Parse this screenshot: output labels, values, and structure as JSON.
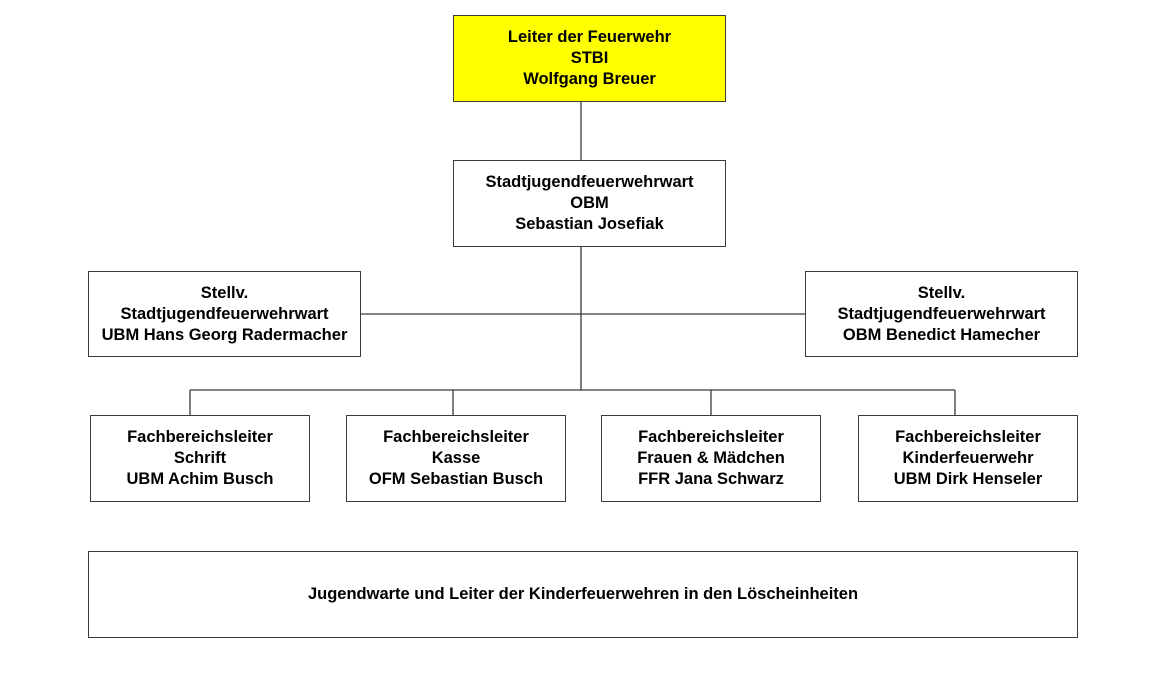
{
  "colors": {
    "highlight": "#ffff00",
    "border": "#3a3a3a",
    "background": "#ffffff"
  },
  "org": {
    "leiter": {
      "lines": [
        "Leiter der Feuerwehr",
        "STBI",
        "Wolfgang Breuer"
      ]
    },
    "stadtjugend": {
      "lines": [
        "Stadtjugendfeuerwehrwart",
        "OBM",
        "Sebastian Josefiak"
      ]
    },
    "stellv_left": {
      "lines": [
        "Stellv.",
        "Stadtjugendfeuerwehrwart",
        "UBM Hans Georg Radermacher"
      ]
    },
    "stellv_right": {
      "lines": [
        "Stellv.",
        "Stadtjugendfeuerwehrwart",
        "OBM Benedict Hamecher"
      ]
    },
    "fachbereiche": [
      {
        "lines": [
          "Fachbereichsleiter",
          "Schrift",
          "UBM Achim Busch"
        ]
      },
      {
        "lines": [
          "Fachbereichsleiter",
          "Kasse",
          "OFM Sebastian Busch"
        ]
      },
      {
        "lines": [
          "Fachbereichsleiter",
          "Frauen & Mädchen",
          "FFR Jana Schwarz"
        ]
      },
      {
        "lines": [
          "Fachbereichsleiter",
          "Kinderfeuerwehr",
          "UBM Dirk Henseler"
        ]
      }
    ],
    "bottom": {
      "lines": [
        "Jugendwarte und Leiter der Kinderfeuerwehren in den Löscheinheiten"
      ]
    }
  }
}
